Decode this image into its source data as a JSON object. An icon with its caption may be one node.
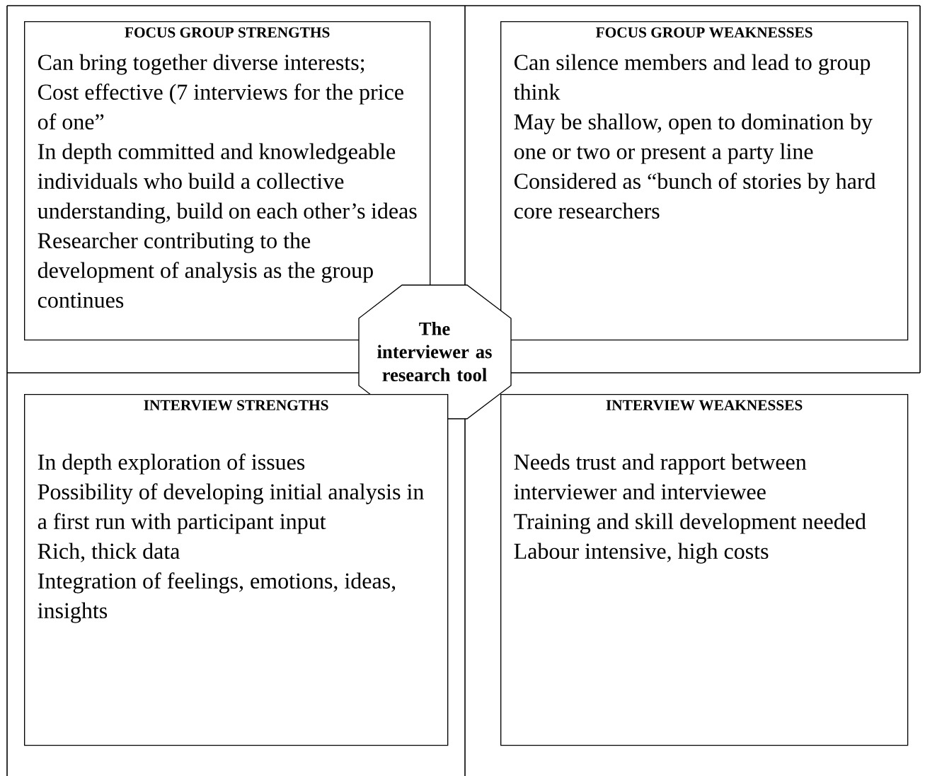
{
  "diagram": {
    "nodes": [
      {
        "text": [
          "FOCUS GROUP STRENGTHS",
          "Can bring together diverse interests;",
          "Cost effective (7 interviews for the price of one”",
          "In depth committed and knowledgeable individuals who build a collective understanding, build on each other’s ideas",
          "Researcher contributing to the development of analysis as the group continues"
        ]
      },
      {
        "text": [
          "FOCUS GROUP WEAKNESSES",
          "Can silence members and lead to group think",
          "May be shallow, open to domination by one or two or present a party line",
          "Considered as “bunch of stories by hard core researchers"
        ]
      },
      {
        "text": [
          "The interviewer as research tool"
        ]
      },
      {
        "text": [
          "INTERVIEW STRENGTHS",
          "In depth exploration of issues",
          "Possibility of developing initial analysis in a first run with participant input",
          "Rich, thick data",
          "Integration of feelings, emotions, ideas, insights"
        ]
      },
      {
        "text": [
          "INTERVIEW WEAKNESSES",
          "Needs trust and rapport between interviewer and interviewee",
          "Training and skill development needed",
          "Labour intensive, high costs"
        ]
      }
    ]
  }
}
